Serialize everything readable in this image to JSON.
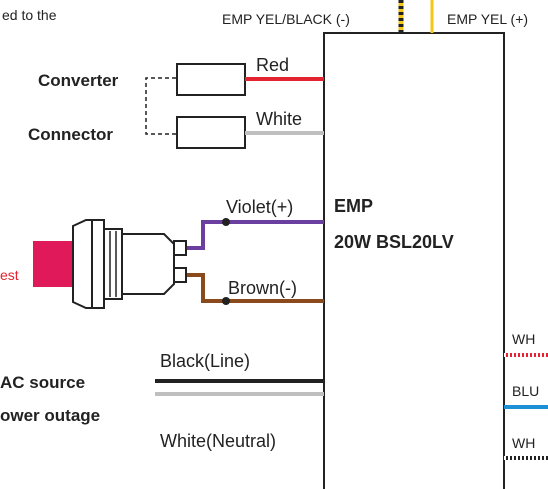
{
  "header": {
    "top_left_text": "ed to the",
    "top_yellow_black_label": "EMP YEL/BLACK (-)",
    "top_yellow_label": "EMP YEL (+)"
  },
  "connector_group": {
    "converter_label": "Converter",
    "connector_label": "Connector",
    "red_wire_label": "Red",
    "white_wire_label": "White"
  },
  "test_switch": {
    "partial_label": "est",
    "violet_wire_label": "Violet(+)",
    "brown_wire_label": "Brown(-)"
  },
  "emp_box": {
    "line1": "EMP",
    "line2": "20W BSL20LV"
  },
  "ac_source": {
    "line1": "AC source",
    "line2": "ower outage",
    "black_wire_label": "Black(Line)",
    "white_wire_label": "White(Neutral)"
  },
  "right_outputs": {
    "wh_top_label": "WH",
    "blue_label": "BLU",
    "wh_bottom_label": "WH"
  },
  "colors": {
    "red": "#e3232f",
    "white_wire": "#bfbfbf",
    "violet": "#6a3fa0",
    "brown": "#8a4a1c",
    "black": "#222222",
    "blue": "#1e90d6",
    "yellow": "#f5c518",
    "magenta_button": "#e0195a"
  }
}
